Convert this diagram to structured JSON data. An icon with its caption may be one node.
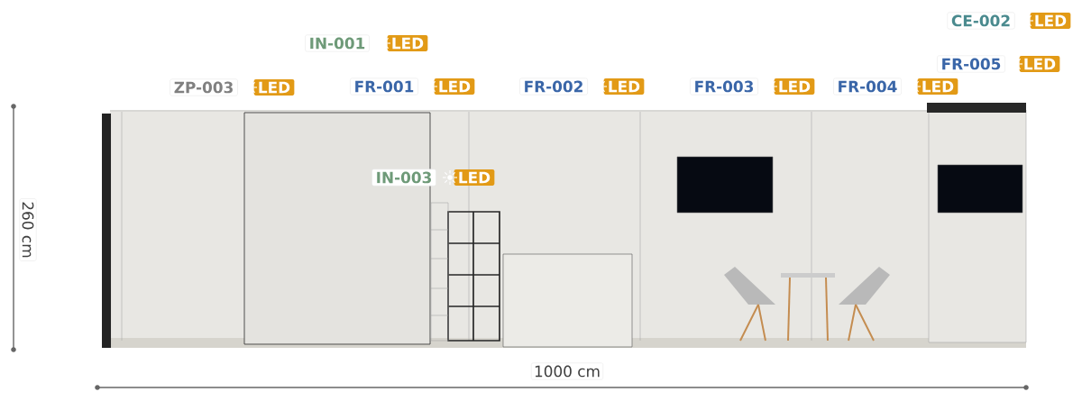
{
  "diagram": {
    "labels": [
      "CE-002",
      "LED",
      "IN-001",
      "LED",
      "FR-005",
      "LED",
      "ZP-003",
      "LED",
      "FR-001",
      "LED",
      "FR-002",
      "LED",
      "FR-003",
      "LED",
      "FR-004",
      "LED",
      "IN-003",
      "LED",
      "260 cm",
      "1000 cm"
    ]
  }
}
